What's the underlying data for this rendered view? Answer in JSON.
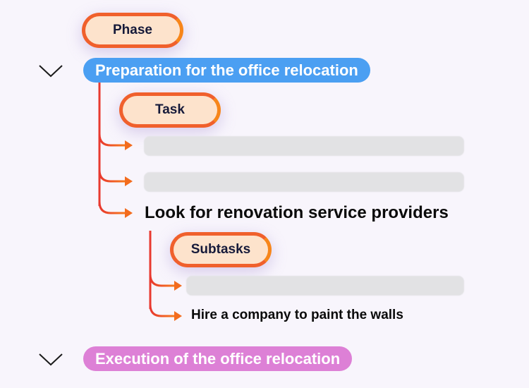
{
  "legend": {
    "phase_label": "Phase",
    "task_label": "Task",
    "subtasks_label": "Subtasks"
  },
  "phases": [
    {
      "title": "Preparation for the office relocation",
      "color": "#4b9ff2",
      "expanded": true,
      "tasks": [
        {
          "text": "",
          "redacted": true
        },
        {
          "text": "",
          "redacted": true
        },
        {
          "text": "Look for renovation service providers",
          "redacted": false,
          "subtasks": [
            {
              "text": "",
              "redacted": true
            },
            {
              "text": "Hire a company to paint the walls",
              "redacted": false
            }
          ]
        }
      ]
    },
    {
      "title": "Execution of the office relocation",
      "color": "#dd80d6",
      "expanded": false
    }
  ],
  "colors": {
    "connector": "#e8452e",
    "arrow": "#f36c1e",
    "label_fill": "#fde3cc"
  },
  "icons": [
    "chevron-down-icon",
    "arrow-right-icon"
  ]
}
